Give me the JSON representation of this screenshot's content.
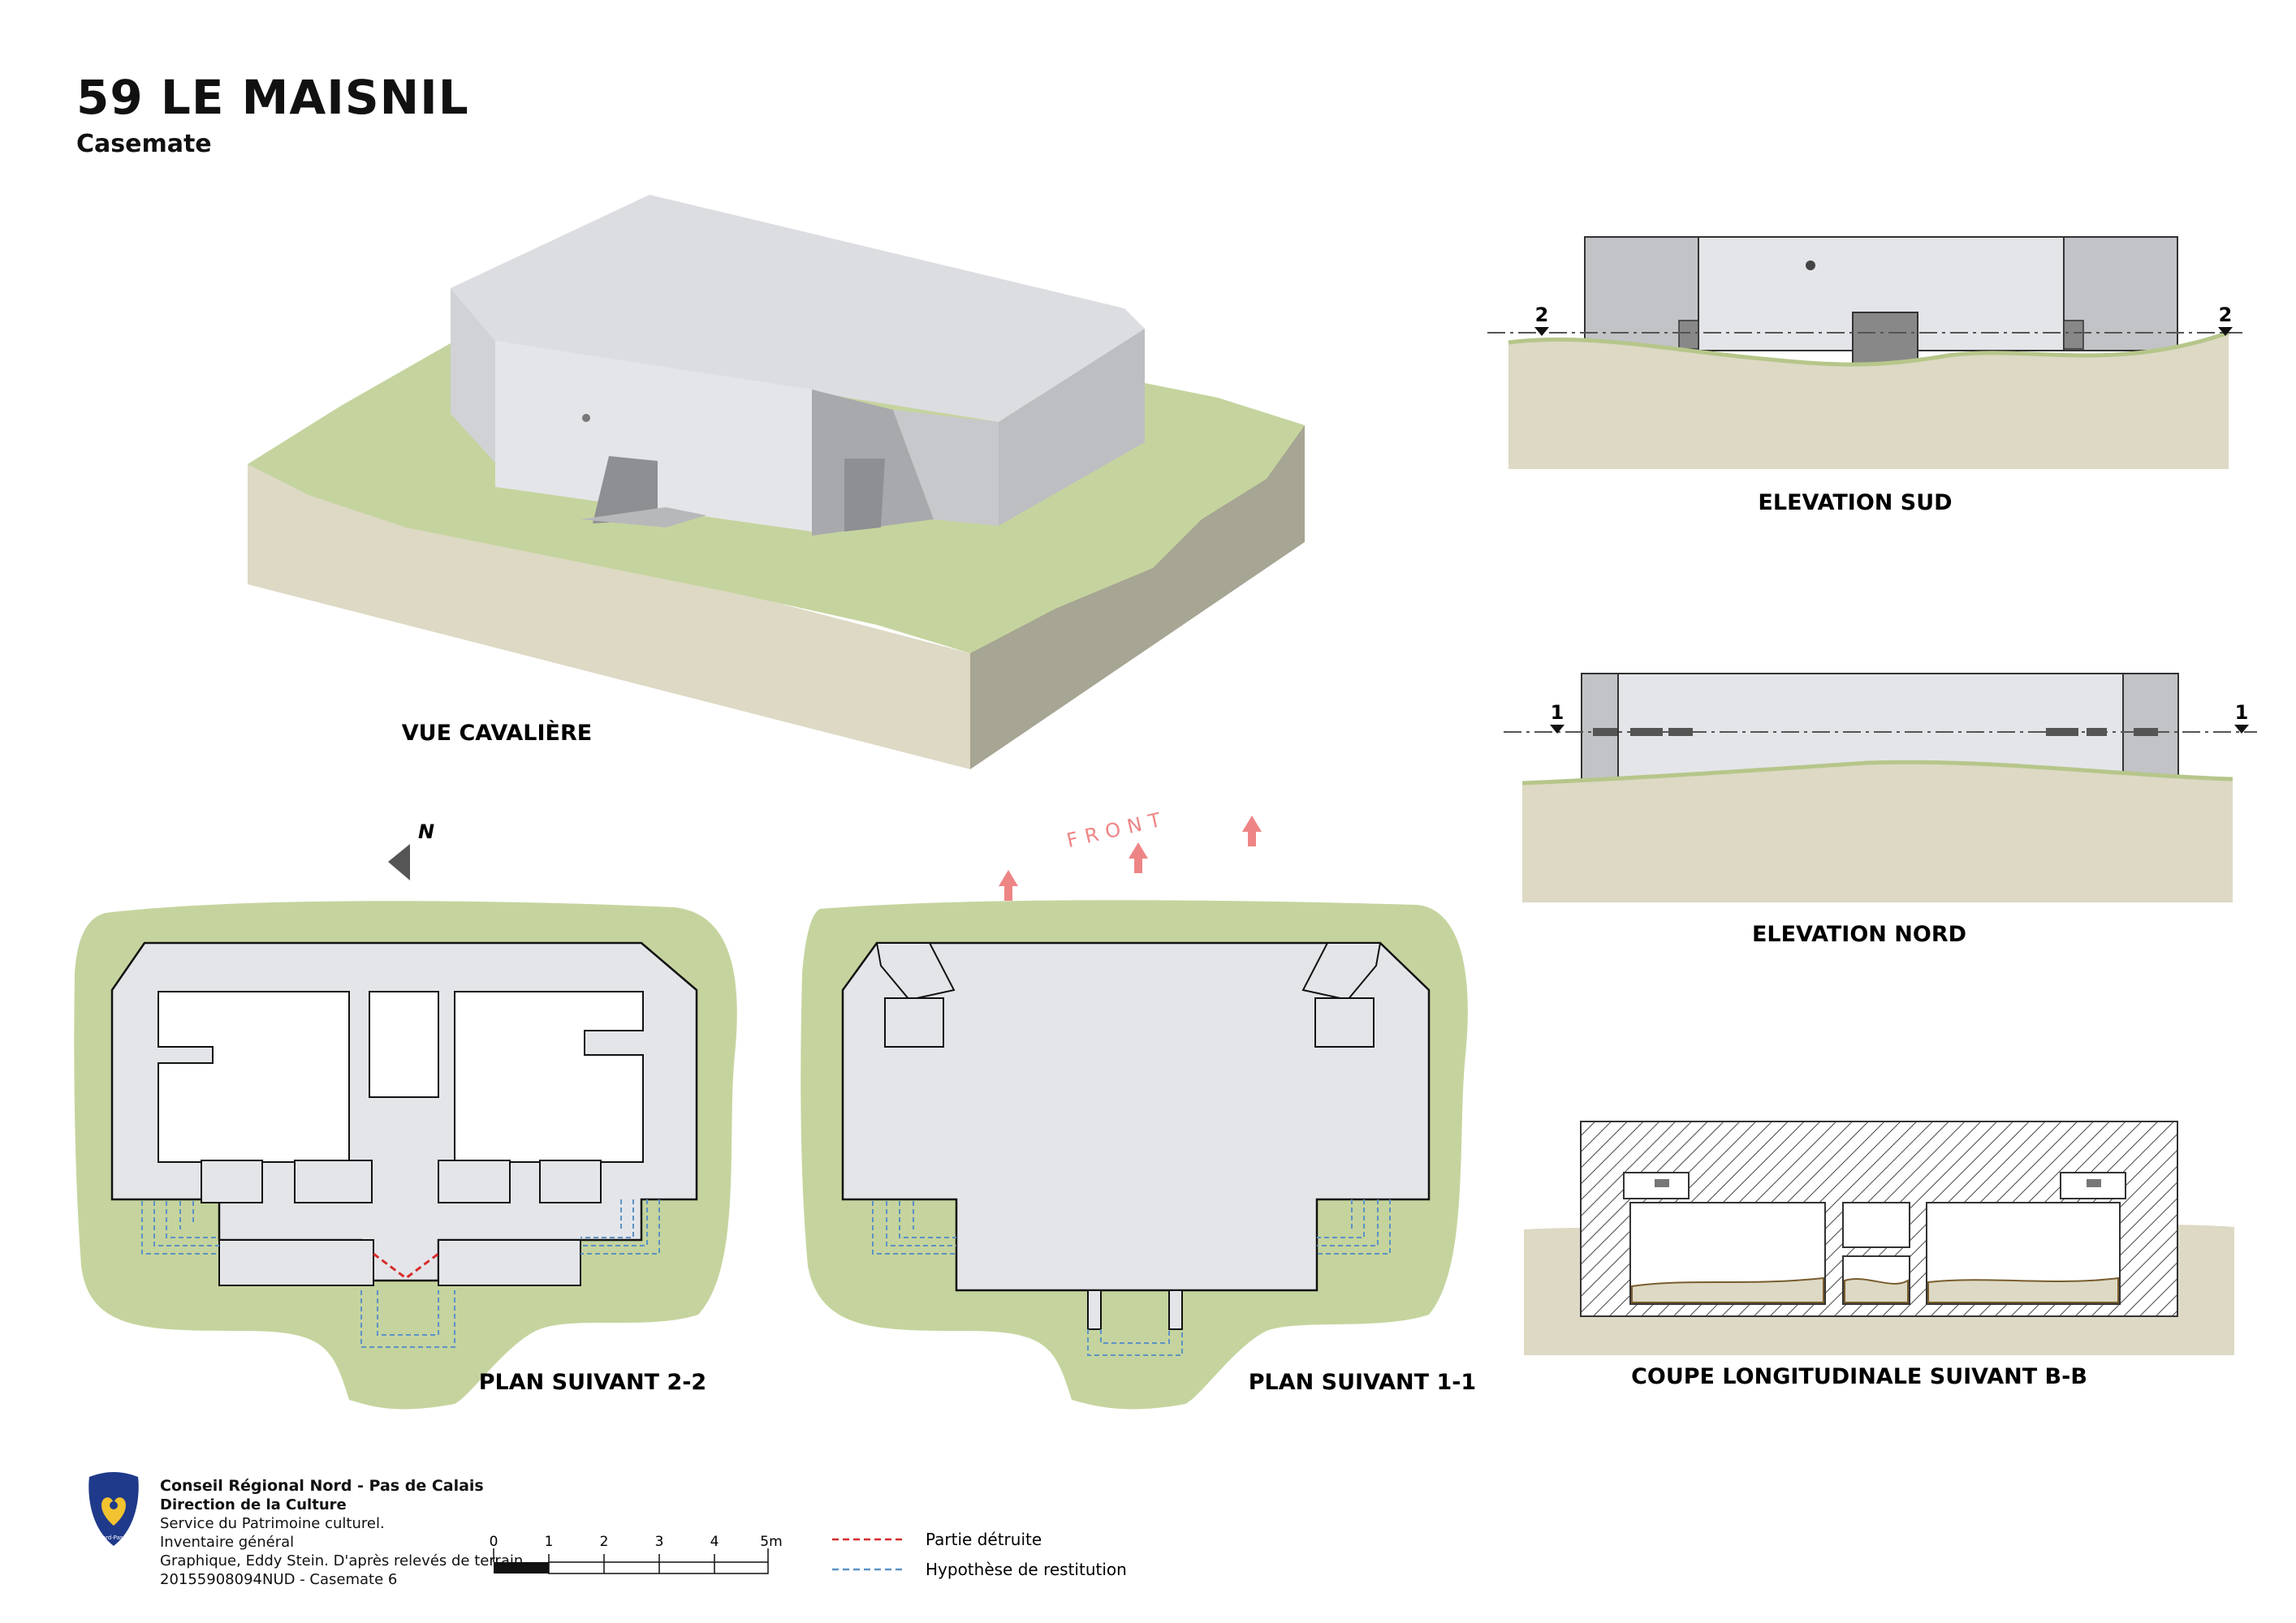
{
  "header": {
    "title": "59 LE MAISNIL",
    "subtitle": "Casemate"
  },
  "views": {
    "cavaliere": "VUE CAVALIÈRE",
    "elev_sud": "ELEVATION SUD",
    "elev_nord": "ELEVATION NORD",
    "plan_22": "PLAN SUIVANT 2-2",
    "plan_11": "PLAN SUIVANT 1-1",
    "coupe": "COUPE LONGITUDINALE SUIVANT B-B"
  },
  "markers": {
    "front": "FRONT",
    "north": "N",
    "sec2": "2",
    "sec1": "1"
  },
  "scale": {
    "ticks": [
      "0",
      "1",
      "2",
      "3",
      "4",
      "5m"
    ]
  },
  "legend": {
    "destroyed": "Partie détruite",
    "hypothesis": "Hypothèse de restitution"
  },
  "footer": {
    "org": "Conseil Régional Nord - Pas de Calais",
    "dept": "Direction de la Culture",
    "service": "Service du Patrimoine culturel.",
    "inventory": "Inventaire général",
    "credit": "Graphique, Eddy Stein. D'après relevés de terrain.",
    "ref": "20155908094NUD - Casemate 6",
    "logo_text": "Région Nord-Pas de Calais"
  },
  "colors": {
    "grass": "#c5d49e",
    "soil": "#ddd9c4",
    "concrete": "#e4e5e9",
    "concrete_dark": "#c2c3c7",
    "destroyed": "#d62b2b",
    "hypothesis": "#5b93c6",
    "front": "#ee8585"
  }
}
